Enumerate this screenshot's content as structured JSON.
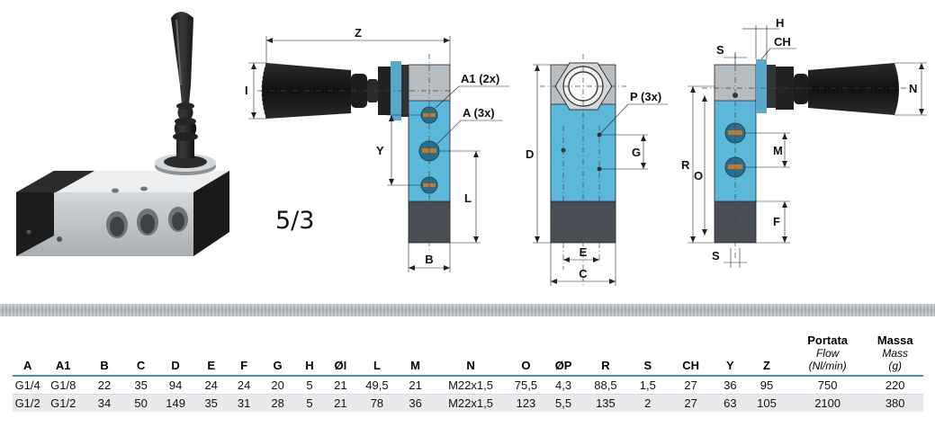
{
  "type_label": "5/3",
  "dimension_labels": {
    "z": "Z",
    "i": "I",
    "a1": "A1 (2x)",
    "a": "A (3x)",
    "y": "Y",
    "l": "L",
    "b": "B",
    "d": "D",
    "p": "P (3x)",
    "g": "G",
    "e": "E",
    "c": "C",
    "h": "H",
    "ch": "CH",
    "s_top": "S",
    "n": "N",
    "r": "R",
    "o": "O",
    "m": "M",
    "f": "F",
    "s_bottom": "S"
  },
  "colors": {
    "body_blue": "#5bb8d9",
    "body_dark": "#4a4f55",
    "body_grey": "#b7bcc0",
    "table_rule": "#3d8fd0"
  },
  "table": {
    "headers": [
      {
        "label": "A"
      },
      {
        "label": "A1"
      },
      {
        "label": "B"
      },
      {
        "label": "C"
      },
      {
        "label": "D"
      },
      {
        "label": "E"
      },
      {
        "label": "F"
      },
      {
        "label": "G"
      },
      {
        "label": "H"
      },
      {
        "label": "ØI"
      },
      {
        "label": "L"
      },
      {
        "label": "M"
      },
      {
        "label": "N"
      },
      {
        "label": "O"
      },
      {
        "label": "ØP"
      },
      {
        "label": "R"
      },
      {
        "label": "S"
      },
      {
        "label": "CH"
      },
      {
        "label": "Y"
      },
      {
        "label": "Z"
      },
      {
        "label": "Portata",
        "sub1": "Flow",
        "sub2": "(Nl/min)"
      },
      {
        "label": "Massa",
        "sub1": "Mass",
        "sub2": "(g)"
      }
    ],
    "rows": [
      [
        "G1/4",
        "G1/8",
        "22",
        "35",
        "94",
        "24",
        "24",
        "20",
        "5",
        "21",
        "49,5",
        "21",
        "M22x1,5",
        "75,5",
        "4,3",
        "88,5",
        "1,5",
        "27",
        "36",
        "95",
        "750",
        "220"
      ],
      [
        "G1/2",
        "G1/2",
        "34",
        "50",
        "149",
        "35",
        "31",
        "28",
        "5",
        "21",
        "78",
        "36",
        "M22x1,5",
        "123",
        "5,5",
        "135",
        "2",
        "27",
        "63",
        "105",
        "2100",
        "380"
      ]
    ]
  }
}
